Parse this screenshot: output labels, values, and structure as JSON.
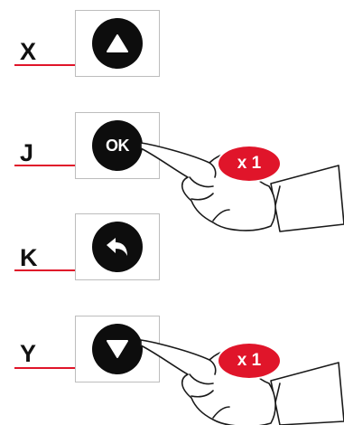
{
  "rows": [
    {
      "letter": "X",
      "button": "up",
      "button_icon": "up-arrow-icon",
      "presses": null
    },
    {
      "letter": "J",
      "button": "ok",
      "button_label": "OK",
      "presses": "x 1"
    },
    {
      "letter": "K",
      "button": "back",
      "button_icon": "back-arrow-icon",
      "presses": null
    },
    {
      "letter": "Y",
      "button": "down",
      "button_icon": "down-arrow-icon",
      "presses": "x 1"
    }
  ],
  "colors": {
    "accent": "#e0152a",
    "button": "#0d0d0d",
    "frame": "#bdbdbd"
  }
}
